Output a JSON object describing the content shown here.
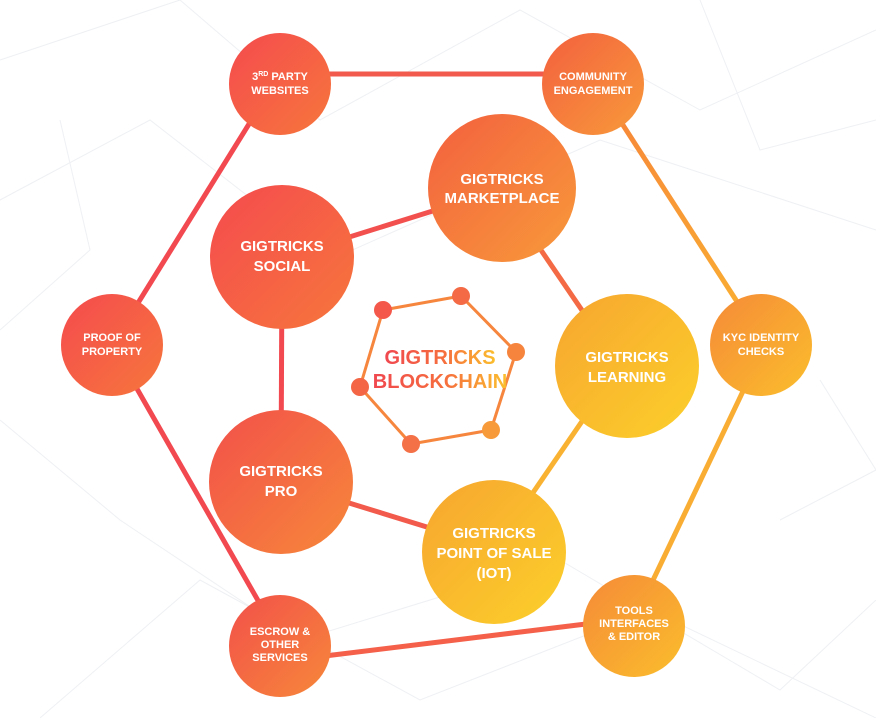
{
  "colors": {
    "red": "#f2484f",
    "orange": "#f77e3a",
    "yellow": "#fbc02d",
    "line_red": "#f0535a",
    "line_orange": "#f79a3a",
    "text_on_circle": "#ffffff",
    "background_lines": "#eef0f3"
  },
  "nodes": [
    {
      "id": "third-party",
      "lines": [
        "3RD PARTY",
        "WEBSITES"
      ],
      "superscript": "RD"
    },
    {
      "id": "community",
      "lines": [
        "COMMUNITY",
        "ENGAGEMENT"
      ]
    },
    {
      "id": "proof",
      "lines": [
        "PROOF OF",
        "PROPERTY"
      ]
    },
    {
      "id": "kyc",
      "lines": [
        "KYC IDENTITY",
        "CHECKS"
      ]
    },
    {
      "id": "escrow",
      "lines": [
        "ESCROW &",
        "OTHER",
        "SERVICES"
      ]
    },
    {
      "id": "tools",
      "lines": [
        "TOOLS",
        "INTERFACES",
        "& EDITOR"
      ]
    },
    {
      "id": "marketplace",
      "lines": [
        "GIGTRICKS",
        "MARKETPLACE"
      ]
    },
    {
      "id": "social",
      "lines": [
        "GIGTRICKS",
        "SOCIAL"
      ]
    },
    {
      "id": "learning",
      "lines": [
        "GIGTRICKS",
        "LEARNING"
      ]
    },
    {
      "id": "pro",
      "lines": [
        "GIGTRICKS",
        "PRO"
      ]
    },
    {
      "id": "pos",
      "lines": [
        "GIGTRICKS",
        "POINT OF SALE",
        "(IOT)"
      ]
    }
  ],
  "core": {
    "line1": "GIGTRICKS",
    "line2": "BLOCKCHAIN"
  }
}
